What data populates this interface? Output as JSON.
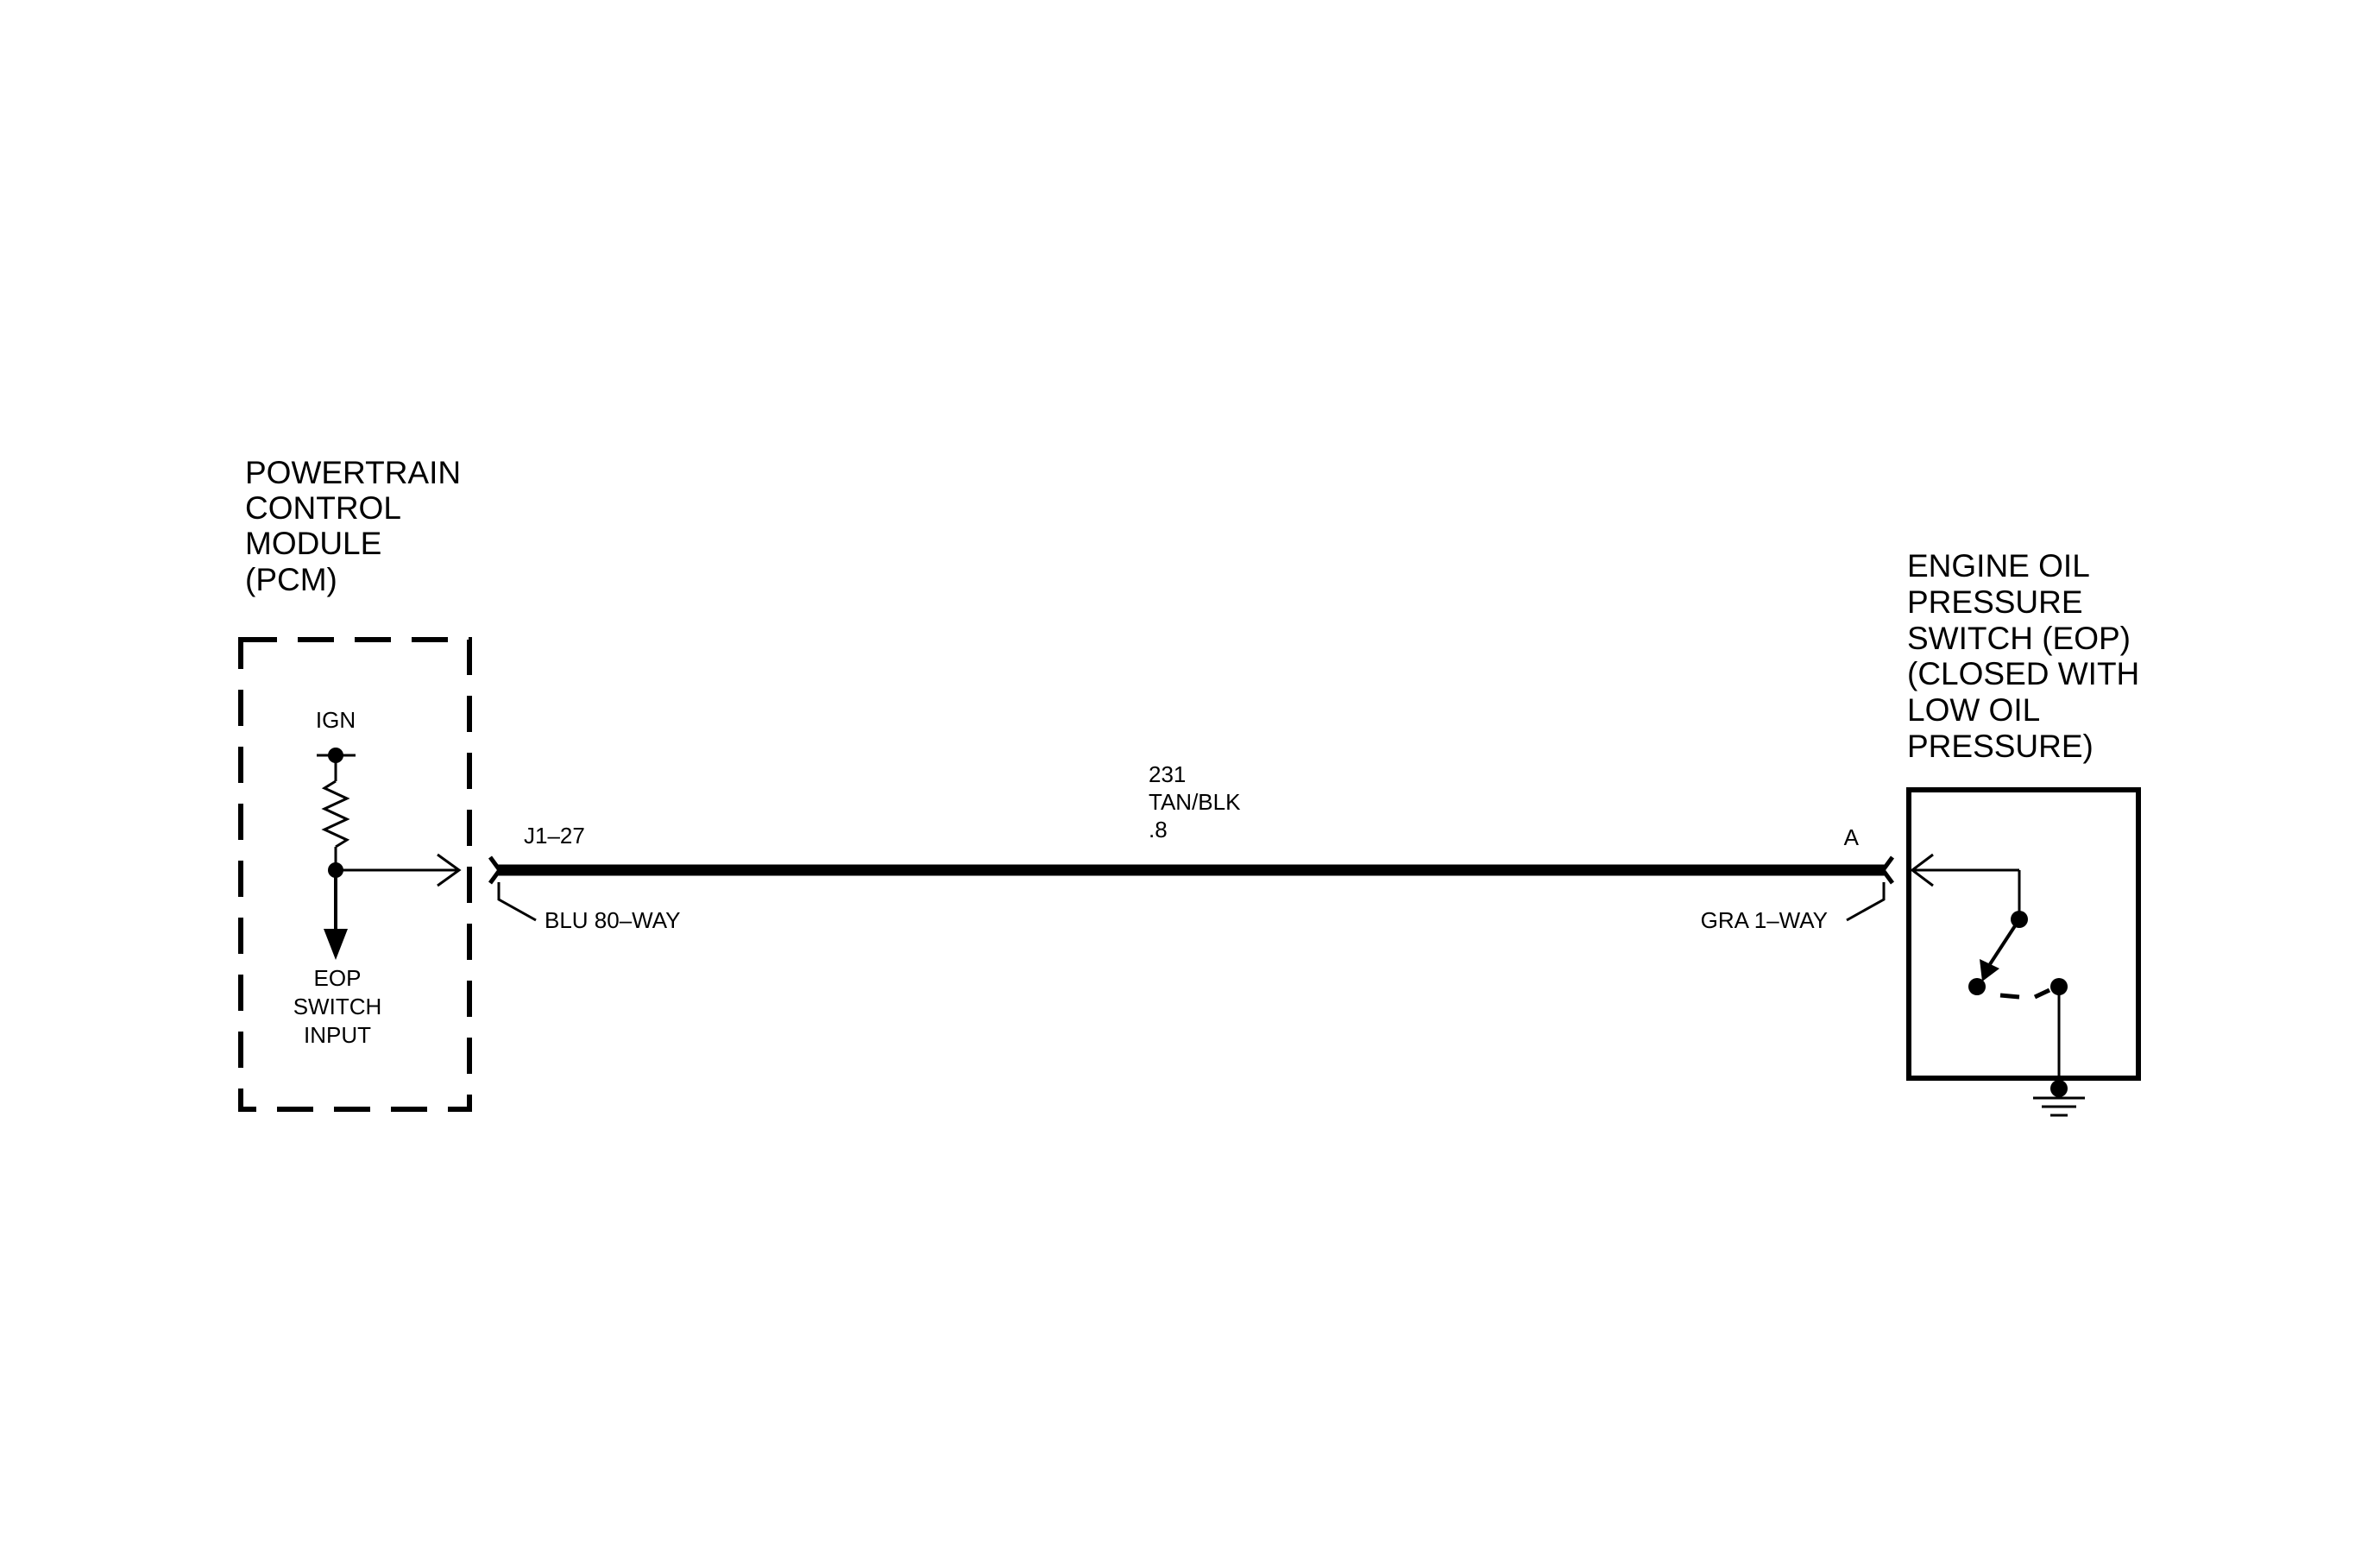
{
  "pcm": {
    "title_lines": [
      "POWERTRAIN",
      "CONTROL",
      "MODULE",
      "(PCM)"
    ],
    "ign_label": "IGN",
    "input_lines": [
      "EOP",
      "SWITCH",
      "INPUT"
    ]
  },
  "pcm_connector": {
    "pin_label": "J1–27",
    "connector_label": "BLU 80–WAY"
  },
  "wire": {
    "circuit_number": "231",
    "color_code": "TAN/BLK",
    "gauge": ".8"
  },
  "switch_connector": {
    "pin_label": "A",
    "connector_label": "GRA 1–WAY"
  },
  "eop": {
    "title_lines": [
      "ENGINE OIL",
      "PRESSURE",
      "SWITCH (EOP)",
      "(CLOSED WITH",
      "LOW OIL",
      "PRESSURE)"
    ]
  },
  "colors": {
    "ink": "#000000",
    "background": "#ffffff"
  }
}
